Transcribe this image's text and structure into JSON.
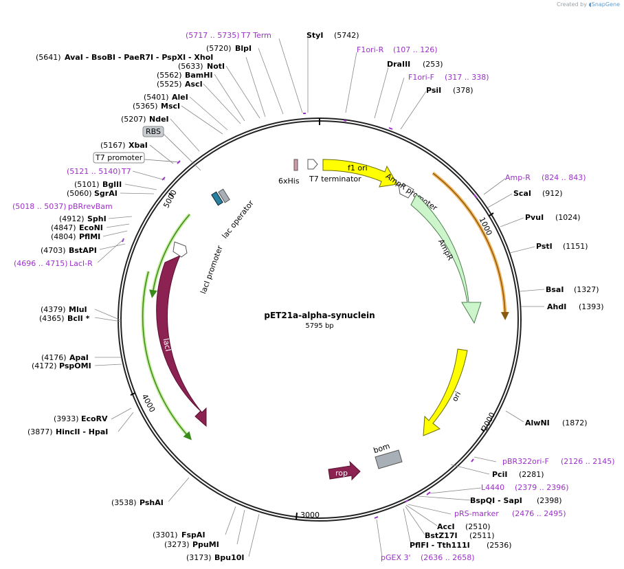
{
  "credit": {
    "prefix": "Created by",
    "brand": "SnapGene"
  },
  "plasmid": {
    "name": "pET21a-alpha-synuclein",
    "length_label": "5795 bp",
    "length": 5795
  },
  "colors": {
    "enzyme": "#000000",
    "primer": "#9b30c8",
    "f1_ori": "#ffff00",
    "ori": "#ffff00",
    "ampr": "#ccf5cc",
    "laci": "#8b2252",
    "rop": "#8b2252",
    "bom": "#a9afb6",
    "amp_r_primer_band": "#f3b35a",
    "laci_band": "#8fd14f"
  },
  "ticks": [
    "1000",
    "2000",
    "3000",
    "4000",
    "5000"
  ],
  "enzymes": [
    {
      "pos": "(5742)",
      "name": "StyI"
    },
    {
      "pos": "(253)",
      "name": "DraIII"
    },
    {
      "pos": "(378)",
      "name": "PsiI"
    },
    {
      "pos": "(912)",
      "name": "ScaI"
    },
    {
      "pos": "(1024)",
      "name": "PvuI"
    },
    {
      "pos": "(1151)",
      "name": "PstI"
    },
    {
      "pos": "(1327)",
      "name": "BsaI"
    },
    {
      "pos": "(1393)",
      "name": "AhdI"
    },
    {
      "pos": "(1872)",
      "name": "AlwNI"
    },
    {
      "pos": "(2281)",
      "name": "PciI"
    },
    {
      "pos": "(2398)",
      "name": "BspQI  -  SapI"
    },
    {
      "pos": "(2510)",
      "name": "AccI"
    },
    {
      "pos": "(2511)",
      "name": "BstZ17I"
    },
    {
      "pos": "(2536)",
      "name": "PflFI  -  Tth111I"
    },
    {
      "pos": "(3173)",
      "name": "Bpu10I"
    },
    {
      "pos": "(3273)",
      "name": "PpuMI"
    },
    {
      "pos": "(3301)",
      "name": "FspAI"
    },
    {
      "pos": "(3538)",
      "name": "PshAI"
    },
    {
      "pos": "(3877)",
      "name": "HincII  -  HpaI"
    },
    {
      "pos": "(3933)",
      "name": "EcoRV"
    },
    {
      "pos": "(4172)",
      "name": "PspOMI"
    },
    {
      "pos": "(4176)",
      "name": "ApaI"
    },
    {
      "pos": "(4365)",
      "name": "BclI *"
    },
    {
      "pos": "(4379)",
      "name": "MluI"
    },
    {
      "pos": "(4703)",
      "name": "BstAPI"
    },
    {
      "pos": "(4804)",
      "name": "PflMI"
    },
    {
      "pos": "(4847)",
      "name": "EcoNI"
    },
    {
      "pos": "(4912)",
      "name": "SphI"
    },
    {
      "pos": "(5060)",
      "name": "SgrAI"
    },
    {
      "pos": "(5101)",
      "name": "BglII"
    },
    {
      "pos": "(5167)",
      "name": "XbaI"
    },
    {
      "pos": "(5207)",
      "name": "NdeI"
    },
    {
      "pos": "(5365)",
      "name": "MscI"
    },
    {
      "pos": "(5401)",
      "name": "AleI"
    },
    {
      "pos": "(5525)",
      "name": "AscI"
    },
    {
      "pos": "(5562)",
      "name": "BamHI"
    },
    {
      "pos": "(5633)",
      "name": "NotI"
    },
    {
      "pos": "(5720)",
      "name": "BlpI"
    },
    {
      "pos": "(5641)",
      "name": "AvaI  -  BsoBI  -  PaeR7I  -  PspXI  -  XhoI"
    }
  ],
  "primers": [
    {
      "name": "F1ori-R",
      "range": "(107 .. 126)"
    },
    {
      "name": "F1ori-F",
      "range": "(317 .. 338)"
    },
    {
      "name": "Amp-R",
      "range": "(824 .. 843)"
    },
    {
      "name": "pBR322ori-F",
      "range": "(2126 .. 2145)"
    },
    {
      "name": "L4440",
      "range": "(2379 .. 2396)"
    },
    {
      "name": "pRS-marker",
      "range": "(2476 .. 2495)"
    },
    {
      "name": "pGEX 3'",
      "range": "(2636 .. 2658)"
    },
    {
      "name": "LacI-R",
      "range": "(4696 .. 4715)"
    },
    {
      "name": "pBRrevBam",
      "range": "(5018 .. 5037)"
    },
    {
      "name": "T7",
      "range": "(5121 .. 5140)"
    },
    {
      "name": "T7 Term",
      "range": "(5717 .. 5735)"
    }
  ],
  "features": {
    "f1_ori": "f1 ori",
    "ampr_promoter": "AmpR promoter",
    "ampr": "AmpR",
    "ori": "ori",
    "bom": "bom",
    "rop": "rop",
    "laci": "lacI",
    "laci_promoter": "lacI promoter",
    "lac_operator": "lac operator",
    "his": "6xHis",
    "t7_terminator": "T7 terminator",
    "rbs": "RBS",
    "t7_promoter": "T7 promoter"
  }
}
